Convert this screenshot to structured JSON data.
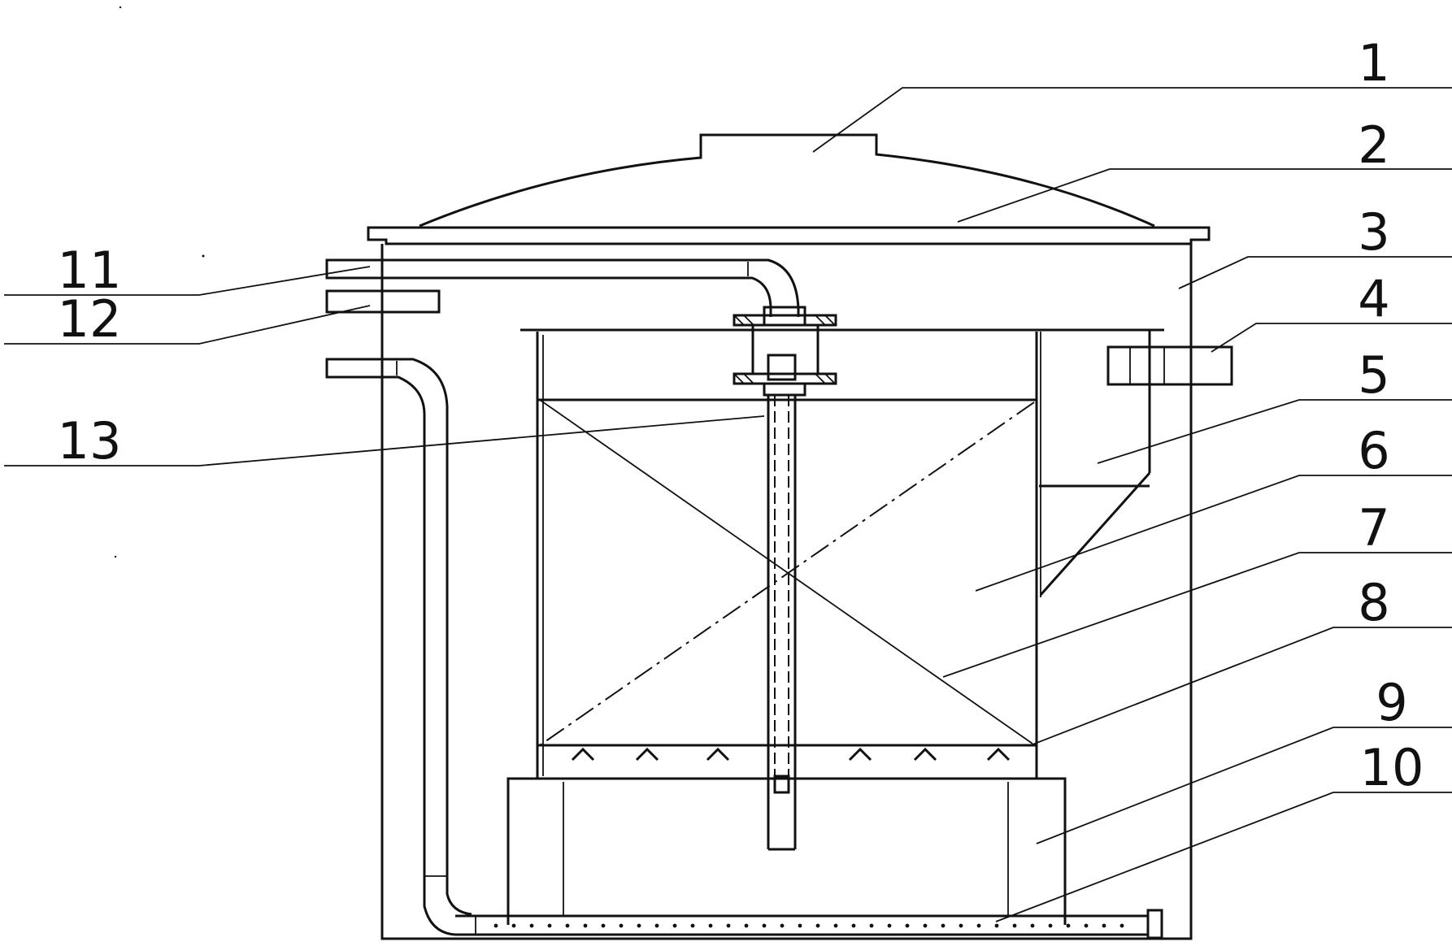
{
  "callouts": [
    {
      "id": "1",
      "text": "1"
    },
    {
      "id": "2",
      "text": "2"
    },
    {
      "id": "3",
      "text": "3"
    },
    {
      "id": "4",
      "text": "4"
    },
    {
      "id": "5",
      "text": "5"
    },
    {
      "id": "6",
      "text": "6"
    },
    {
      "id": "7",
      "text": "7"
    },
    {
      "id": "8",
      "text": "8"
    },
    {
      "id": "9",
      "text": "9"
    },
    {
      "id": "10",
      "text": "10"
    },
    {
      "id": "11",
      "text": "11"
    },
    {
      "id": "12",
      "text": "12"
    },
    {
      "id": "13",
      "text": "13"
    }
  ],
  "colors": {
    "line": "#111111",
    "background": "#ffffff"
  }
}
